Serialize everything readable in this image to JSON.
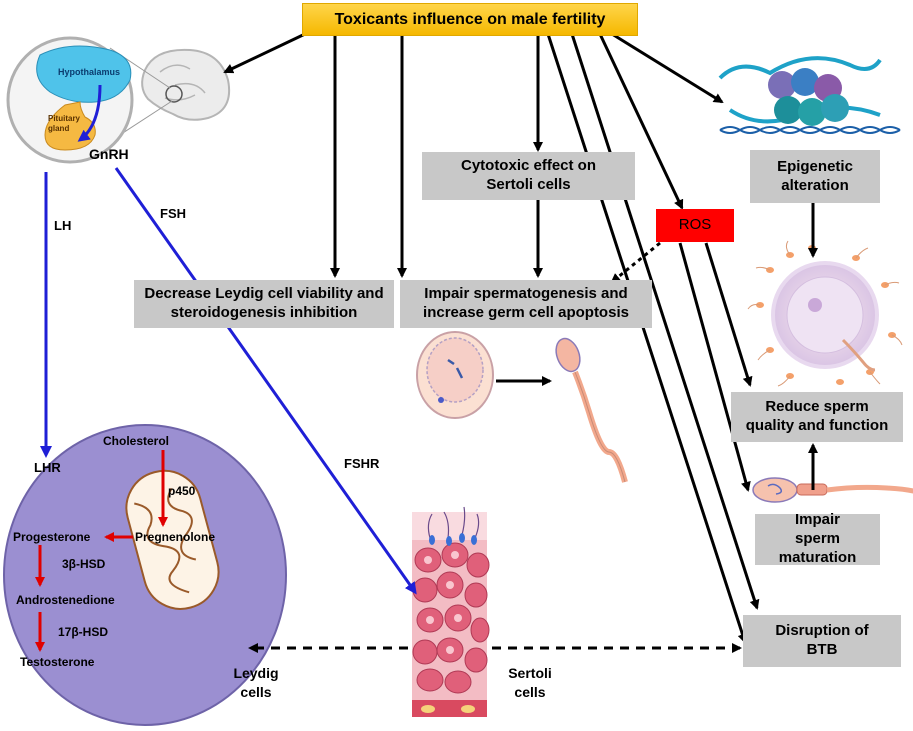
{
  "title": "Toxicants influence on male fertility",
  "colors": {
    "title_bg": "#ffc000",
    "box_bg": "#c8c8c8",
    "ros_bg": "#ff0000",
    "blue_arrow": "#1f1fd6",
    "red_arrow": "#e00000",
    "leydig_cell": "#9b8fd1"
  },
  "boxes": {
    "cytotoxic": "Cytotoxic effect on Sertoli cells",
    "epigenetic": "Epigenetic alteration",
    "ros": "ROS",
    "leydig_viability": "Decrease Leydig cell viability and steroidogenesis inhibition",
    "spermatogenesis": "Impair spermatogenesis and increase germ cell apoptosis",
    "sperm_quality": "Reduce sperm quality and function",
    "sperm_maturation": "Impair sperm maturation",
    "btb": "Disruption of BTB"
  },
  "brain": {
    "hypothalamus": "Hypothalamus",
    "pituitary": "Pituitary gland",
    "gnrh": "GnRH"
  },
  "hormones": {
    "lh": "LH",
    "fsh": "FSH",
    "lhr": "LHR",
    "fshr": "FSHR"
  },
  "steroid": {
    "cholesterol": "Cholesterol",
    "p450": "p450",
    "pregnenolone": "Pregnenolone",
    "progesterone": "Progesterone",
    "hsd3": "3β-HSD",
    "androstenedione": "Androstenedione",
    "hsd17": "17β-HSD",
    "testosterone": "Testosterone"
  },
  "cells": {
    "leydig": "Leydig cells",
    "sertoli": "Sertoli cells"
  },
  "icons": [
    "brain-icon",
    "nucleosome-icon",
    "germ-cell-icon",
    "sperm-icon",
    "egg-with-sperm-icon",
    "mitochondrion-icon",
    "seminiferous-tissue-icon"
  ]
}
